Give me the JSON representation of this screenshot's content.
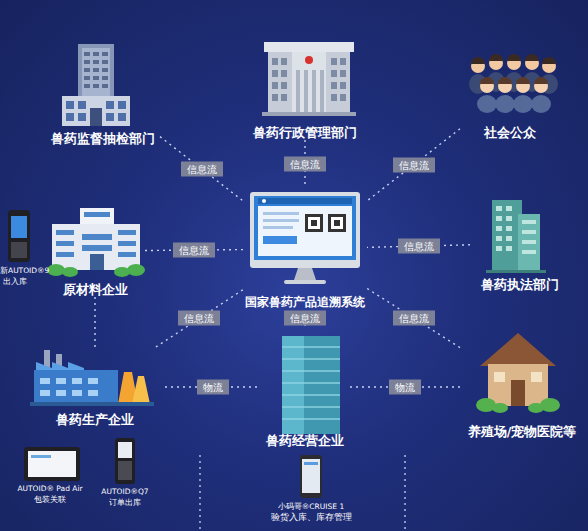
{
  "diagram": {
    "nodes": [
      {
        "text": [
          "兽药监督抽检部门"
        ]
      },
      {
        "text": [
          "兽药行政管理部门"
        ]
      },
      {
        "text": [
          "社会公众"
        ]
      },
      {
        "text": [
          "原材料企业"
        ]
      },
      {
        "text": [
          "国家兽药产品追溯系统"
        ]
      },
      {
        "text": [
          "兽药执法部门"
        ]
      },
      {
        "text": [
          "兽药生产企业"
        ]
      },
      {
        "text": [
          "兽药经营企业"
        ]
      },
      {
        "text": [
          "养殖场/宠物医院等"
        ]
      }
    ],
    "edges": [
      {
        "from": 0,
        "to": 4,
        "arrow": "none",
        "label": "信息流"
      },
      {
        "from": 1,
        "to": 4,
        "arrow": "none",
        "label": "信息流"
      },
      {
        "from": 2,
        "to": 4,
        "arrow": "none",
        "label": "信息流"
      },
      {
        "from": 3,
        "to": 4,
        "arrow": "none",
        "label": "信息流"
      },
      {
        "from": 5,
        "to": 4,
        "arrow": "none",
        "label": "信息流"
      },
      {
        "from": 3,
        "to": 6,
        "arrow": "none"
      },
      {
        "from": 6,
        "to": 4,
        "arrow": "none",
        "label": "信息流"
      },
      {
        "from": 7,
        "to": 4,
        "arrow": "none",
        "label": "信息流"
      },
      {
        "from": 8,
        "to": 4,
        "arrow": "none",
        "label": "信息流"
      },
      {
        "from": 6,
        "to": 7,
        "arrow": "none",
        "label": "物流"
      },
      {
        "from": 7,
        "to": 8,
        "arrow": "none",
        "label": "物流"
      }
    ],
    "labels": [
      "新AUTOID®9",
      "出入库",
      "AUTOID® Pad Air",
      "包装关联",
      "AUTOID®Q7",
      "订单出库",
      "小码哥®CRUISE 1",
      "验货入库、库存管理"
    ]
  }
}
